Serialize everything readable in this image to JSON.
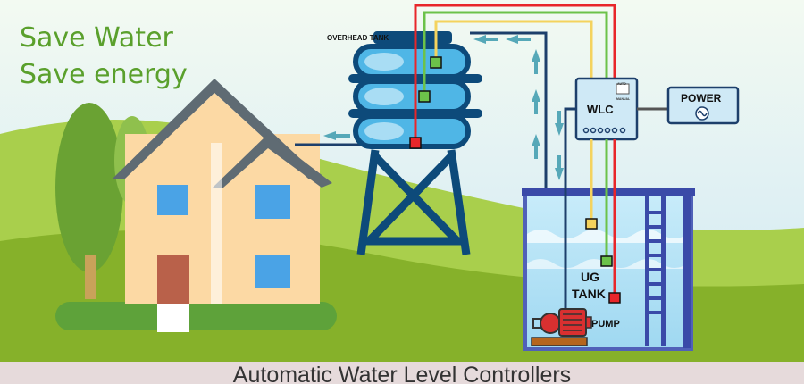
{
  "slogan": {
    "line1": "Save  Water",
    "line2": "Save energy"
  },
  "labels": {
    "overhead_tank": "OVERHEAD TANK",
    "wlc": "WLC",
    "power": "POWER",
    "ug_tank_line1": "UG",
    "ug_tank_line2": "TANK",
    "pump": "PUMP",
    "auto": "AUTO",
    "manual": "MANUAL"
  },
  "footer": {
    "title": "Automatic Water Level Controllers"
  },
  "colors": {
    "sky_top": "#e6f4fb",
    "grass": "#8ab82f",
    "tank_blue": "#0d4a7a",
    "water": "#4fb6e6",
    "wire_red": "#e8262a",
    "wire_green": "#6cc24a",
    "wire_yellow": "#f4d35e",
    "pipe": "#1d3f6b",
    "house_wall": "#fcd9a4",
    "roof": "#5f6b73",
    "footer_bg": "#e6dadb"
  },
  "icons": [
    "house-icon",
    "tree-icon",
    "overhead-tank-icon",
    "pump-icon",
    "wlc-controller-icon",
    "power-supply-icon",
    "ug-tank-icon",
    "flow-arrow-icon"
  ]
}
